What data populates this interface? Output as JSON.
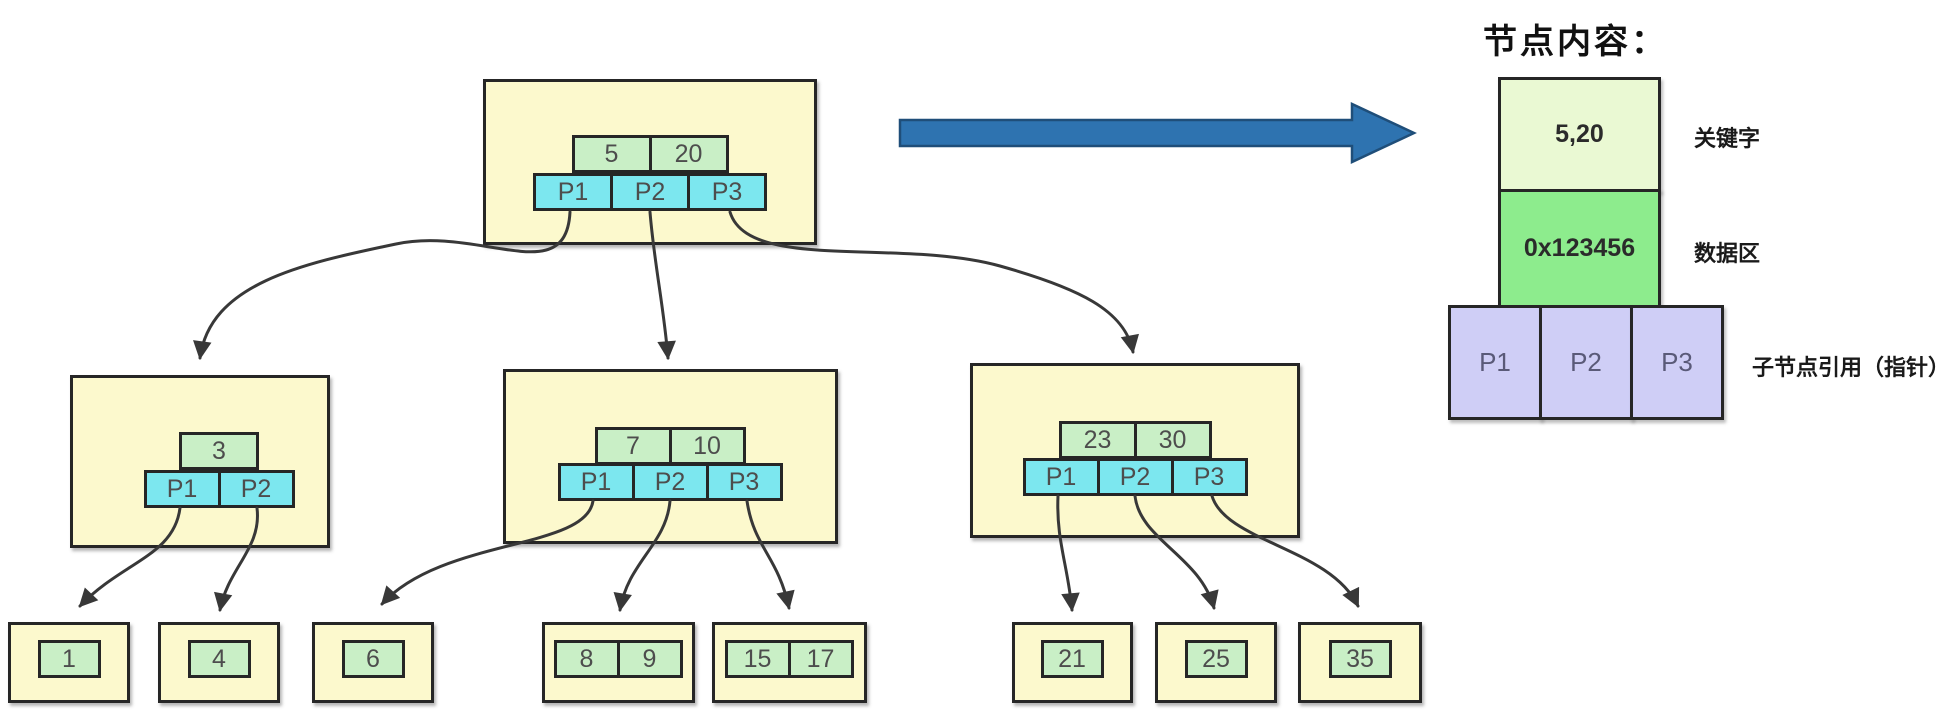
{
  "legend": {
    "title": "节点内容：",
    "key": {
      "value": "5,20",
      "label": "关键字"
    },
    "data": {
      "value": "0x123456",
      "label": "数据区"
    },
    "pointers": {
      "cells": [
        "P1",
        "P2",
        "P3"
      ],
      "label": "子节点引用（指针）"
    }
  },
  "tree": {
    "nodes": [
      {
        "id": "root",
        "keys": [
          "5",
          "20"
        ],
        "pointers": [
          "P1",
          "P2",
          "P3"
        ]
      },
      {
        "id": "internal-1",
        "keys": [
          "3"
        ],
        "pointers": [
          "P1",
          "P2"
        ]
      },
      {
        "id": "internal-2",
        "keys": [
          "7",
          "10"
        ],
        "pointers": [
          "P1",
          "P2",
          "P3"
        ]
      },
      {
        "id": "internal-3",
        "keys": [
          "23",
          "30"
        ],
        "pointers": [
          "P1",
          "P2",
          "P3"
        ]
      },
      {
        "id": "leaf-1",
        "keys": [
          "1"
        ]
      },
      {
        "id": "leaf-2",
        "keys": [
          "4"
        ]
      },
      {
        "id": "leaf-3",
        "keys": [
          "6"
        ]
      },
      {
        "id": "leaf-4",
        "keys": [
          "8",
          "9"
        ]
      },
      {
        "id": "leaf-5",
        "keys": [
          "15",
          "17"
        ]
      },
      {
        "id": "leaf-6",
        "keys": [
          "21"
        ]
      },
      {
        "id": "leaf-7",
        "keys": [
          "25"
        ]
      },
      {
        "id": "leaf-8",
        "keys": [
          "35"
        ]
      }
    ]
  },
  "colors": {
    "node_fill": "#FCF9CD",
    "key_cell": "#C9EFC6",
    "pointer_cell": "#7CE7EF",
    "legend_key": "#EAF9D3",
    "legend_data": "#8DEC8D",
    "legend_pointer": "#CFCEF6",
    "border": "#262626",
    "arrow": "#383838",
    "big_arrow_fill": "#2E73B0",
    "big_arrow_stroke": "#1F4E79"
  }
}
